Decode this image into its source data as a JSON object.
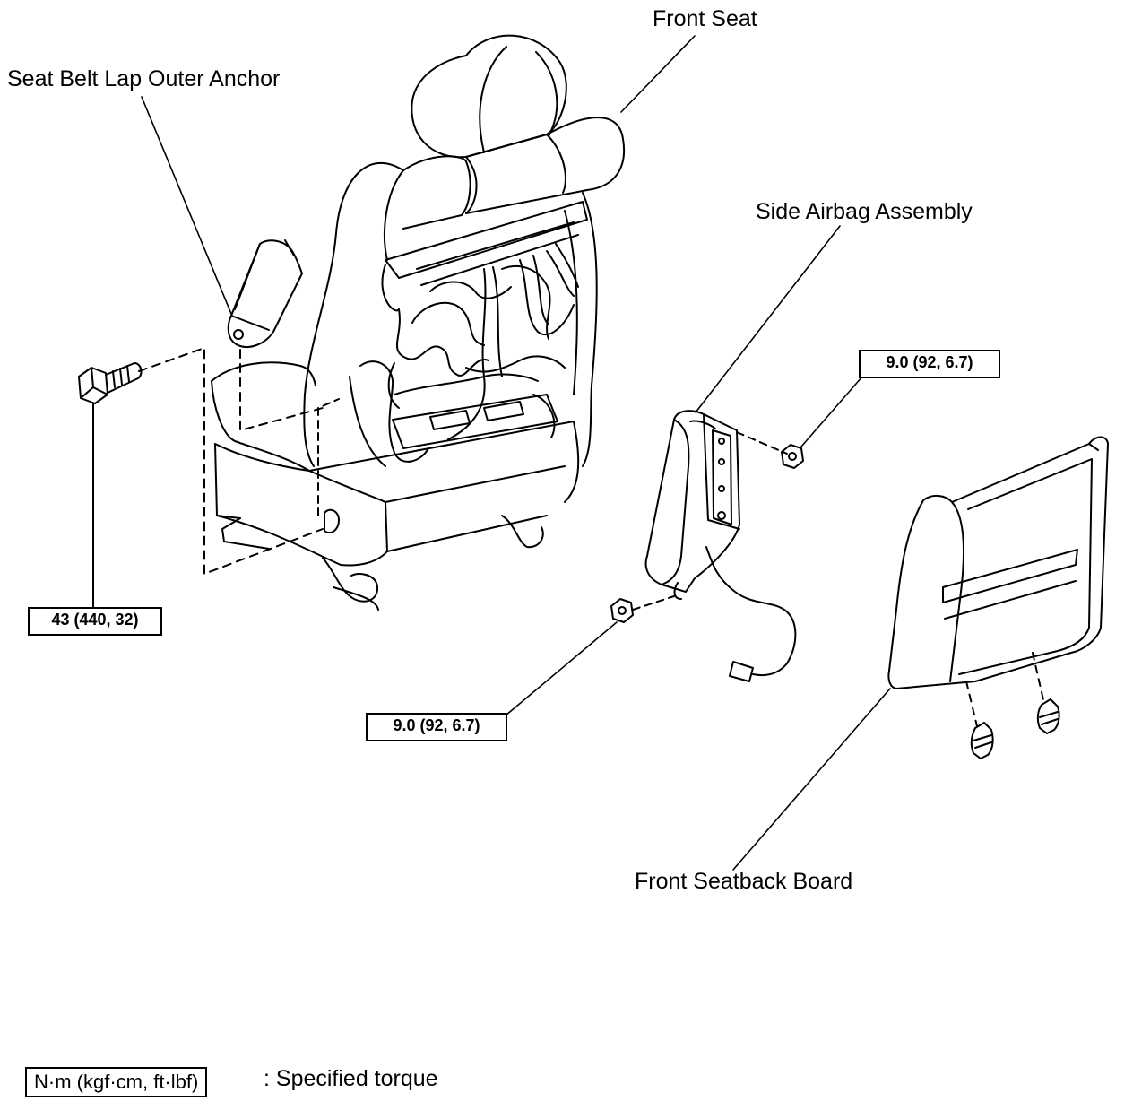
{
  "labels": {
    "front_seat": "Front Seat",
    "seat_belt_anchor": "Seat Belt Lap Outer Anchor",
    "side_airbag": "Side Airbag Assembly",
    "front_seatback_board": "Front Seatback Board"
  },
  "torque": {
    "anchor_bolt": "43 (440, 32)",
    "airbag_nut_upper": "9.0 (92, 6.7)",
    "airbag_nut_lower": "9.0 (92, 6.7)"
  },
  "legend": {
    "unit": "N·m (kgf·cm, ft·lbf)",
    "description": ": Specified torque"
  }
}
